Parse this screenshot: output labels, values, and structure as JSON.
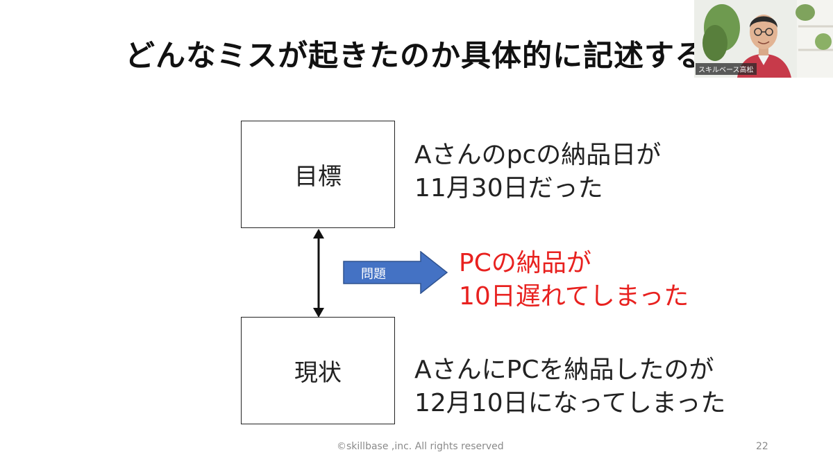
{
  "slide": {
    "title": "どんなミスが起きたのか具体的に記述する",
    "goal_box_label": "目標",
    "current_box_label": "現状",
    "goal_text": [
      "Aさんのpcの納品日が",
      "11月30日だった"
    ],
    "problem_arrow_label": "問題",
    "problem_text": [
      "PCの納品が",
      "10日遅れてしまった"
    ],
    "current_text": [
      "AさんにPCを納品したのが",
      "12月10日になってしまった"
    ],
    "footer": "©skillbase ,inc. All rights reserved",
    "page_number": "22"
  },
  "webcam": {
    "name_label": "スキルベース高松"
  },
  "colors": {
    "problem_text": "#e8211f",
    "arrow_fill": "#4472c4",
    "arrow_border": "#2f528f"
  }
}
